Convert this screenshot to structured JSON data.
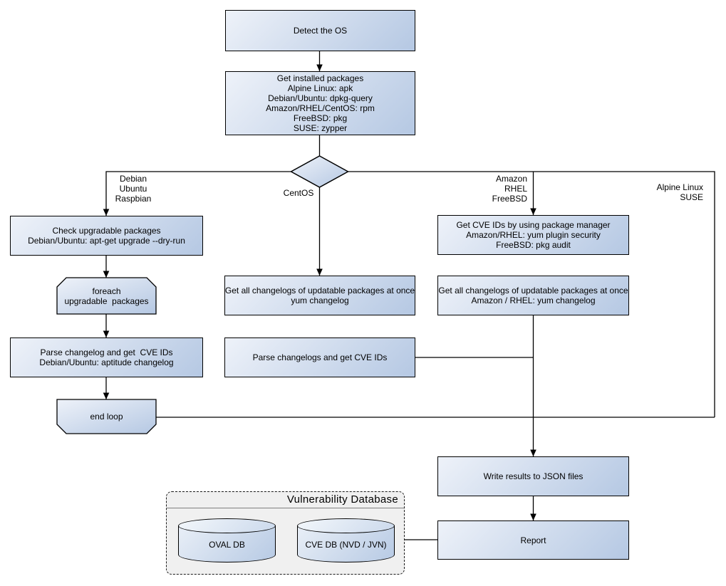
{
  "diagram": {
    "type": "flowchart",
    "nodes": {
      "detect_os": "Detect the OS",
      "get_installed": "Get installed packages\nAlpine Linux: apk\nDebian/Ubuntu: dpkg-query\nAmazon/RHEL/CentOS: rpm\nFreeBSD: pkg\nSUSE: zypper",
      "check_upgradable": "Check upgradable packages\nDebian/Ubuntu: apt-get upgrade --dry-run",
      "foreach_loop": "foreach\nupgradable  packages",
      "parse_changelog_debian": "Parse changelog and get  CVE IDs\nDebian/Ubuntu: aptitude changelog",
      "end_loop": "end loop",
      "get_changelogs_centos": "Get all changelogs of updatable packages at once\nyum changelog",
      "parse_changelogs_centos": "Parse changelogs and get CVE IDs",
      "get_cveids_pkg_manager": "Get CVE IDs by using package manager\nAmazon/RHEL: yum plugin security\nFreeBSD: pkg audit",
      "get_changelogs_amazon": "Get all changelogs of updatable packages at once\nAmazon / RHEL: yum changelog",
      "write_json": "Write results to JSON files",
      "report": "Report"
    },
    "branch_labels": {
      "debian": "Debian\nUbuntu\nRaspbian",
      "centos": "CentOS",
      "amazon": "Amazon\nRHEL\nFreeBSD",
      "alpine": "Alpine Linux\nSUSE"
    },
    "database": {
      "title": "Vulnerability Database",
      "oval_db": "OVAL DB",
      "cve_db": "CVE DB (NVD / JVN)"
    },
    "colors": {
      "node_gradient_start": "#eef2f9",
      "node_gradient_end": "#b5c8e3",
      "node_border": "#000000",
      "connector": "#000000",
      "database_container_fill": "#f0f0f0",
      "background": "#ffffff"
    }
  }
}
